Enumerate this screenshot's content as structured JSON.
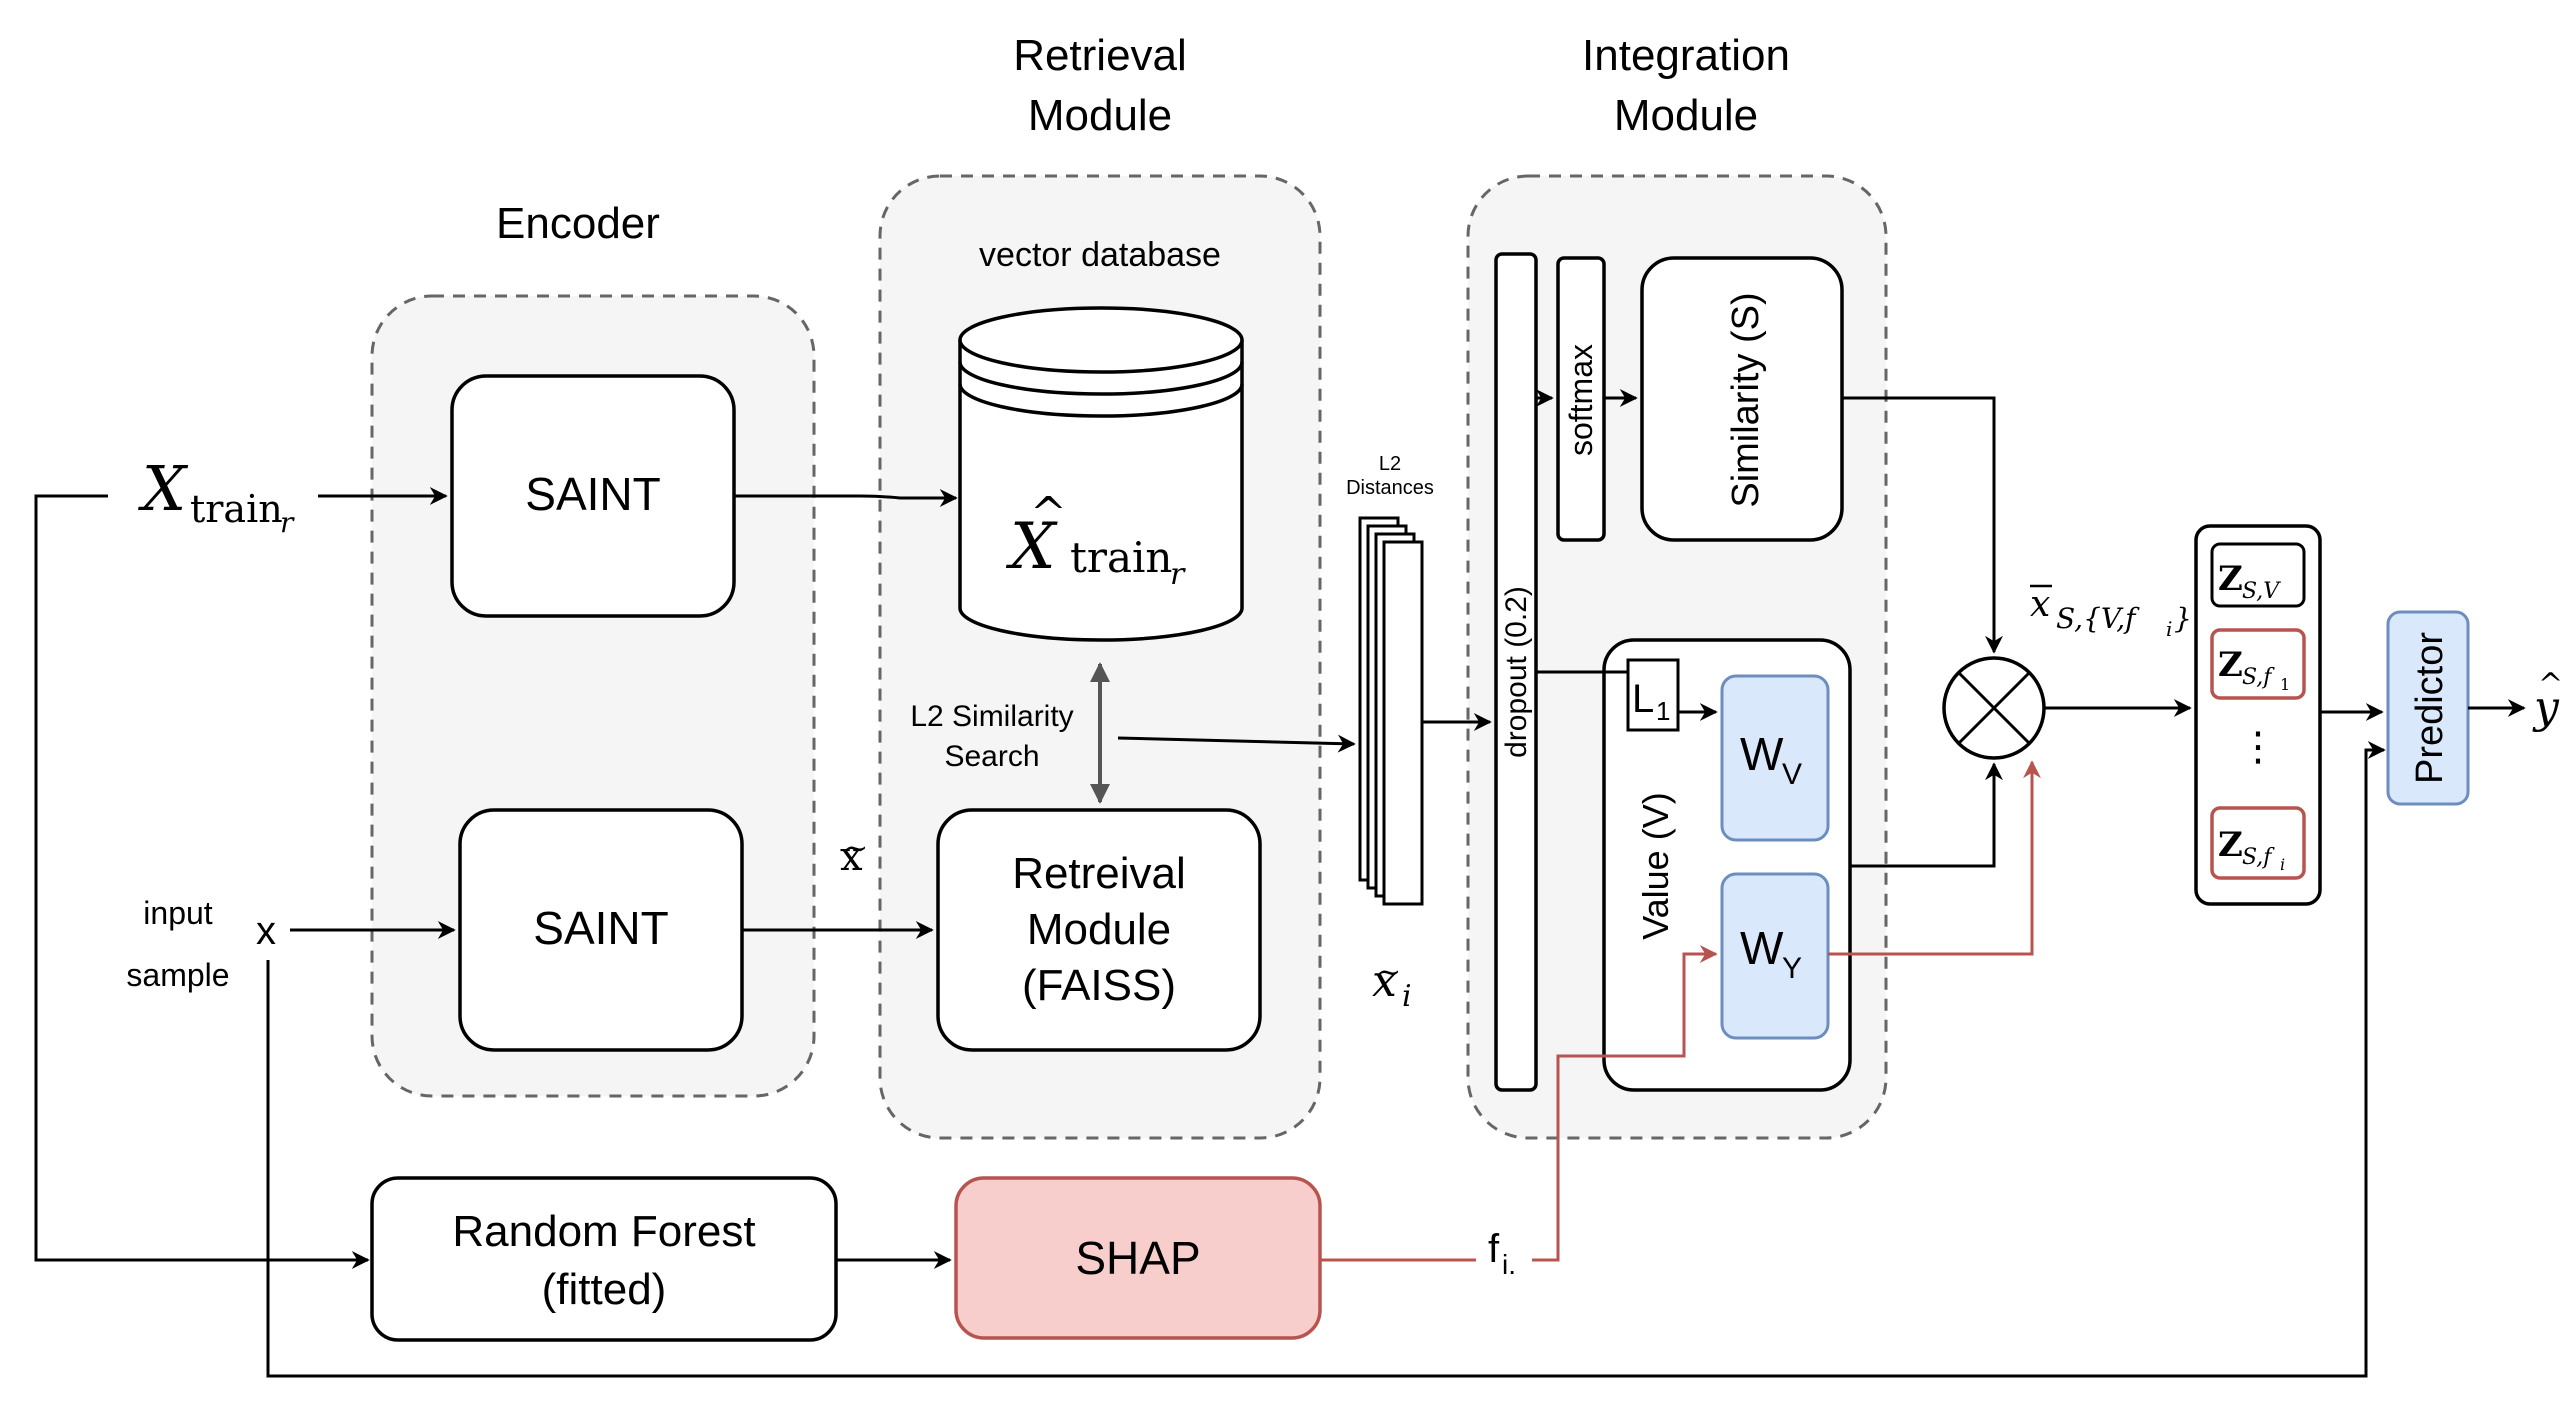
{
  "modules": {
    "encoder_title": "Encoder",
    "retrieval_title_1": "Retrieval",
    "retrieval_title_2": "Module",
    "integration_title_1": "Integration",
    "integration_title_2": "Module"
  },
  "inputs": {
    "x_train_main": "X",
    "x_train_sub": "train",
    "x_train_subsub": "r",
    "input_sample_1": "input",
    "input_sample_2": "sample",
    "x": "x"
  },
  "encoder": {
    "saint_top": "SAINT",
    "saint_bottom": "SAINT"
  },
  "retrieval": {
    "db_label": "vector database",
    "db_content_main": "X",
    "db_content_hat": "^",
    "db_content_sub": "train",
    "db_content_subsub": "r",
    "similarity_search_1": "L2 Similarity",
    "similarity_search_2": "Search",
    "x_tilde": "x",
    "faiss_1": "Retreival",
    "faiss_2": "Module",
    "faiss_3": "(FAISS)"
  },
  "distances": {
    "label_1": "L2",
    "label_2": "Distances",
    "x_tilde_i": "x",
    "x_tilde_i_sub": "i"
  },
  "integration": {
    "dropout": "dropout (0.2)",
    "softmax": "softmax",
    "similarity": "Similarity (S)",
    "value": "Value (V)",
    "l1": "L",
    "l1_sub": "1",
    "wv": "W",
    "wv_sub": "V",
    "wy": "W",
    "wy_sub": "Y"
  },
  "combine": {
    "xbar_label": "x",
    "xbar_sub": "S,{V,f",
    "xbar_sub_i": "i",
    "xbar_sub_end": "}"
  },
  "stack": {
    "z_sv": "Z",
    "z_sv_sub": "S,V",
    "z_sf1": "Z",
    "z_sf1_sub": "S,f",
    "z_sf1_subsub": "1",
    "dots": "⋮",
    "z_sfi": "Z",
    "z_sfi_sub": "S,f",
    "z_sfi_subsub": "i"
  },
  "output": {
    "predictor": "Predictor",
    "y_hat": "y"
  },
  "explain": {
    "random_forest_1": "Random Forest",
    "random_forest_2": "(fitted)",
    "shap": "SHAP",
    "fi": "f",
    "fi_sub": "i."
  },
  "colors": {
    "blue_fill": "#dae8fc",
    "blue_stroke": "#6c8ebf",
    "red_fill": "#f8cecc",
    "red_stroke": "#b85450",
    "module_fill": "#f5f5f5",
    "module_stroke": "#666666"
  }
}
